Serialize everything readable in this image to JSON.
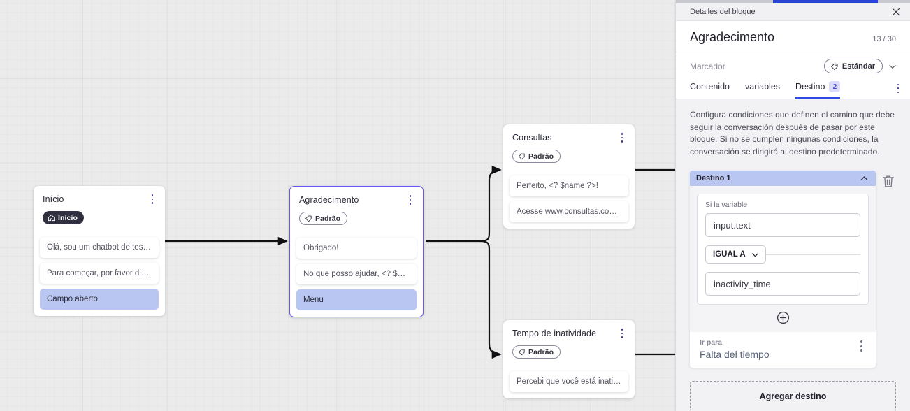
{
  "canvas": {
    "nodes": [
      {
        "id": "inicio",
        "title": "Início",
        "tag": "Início",
        "tag_icon": "home-icon",
        "tag_style": "dark",
        "selected": false,
        "messages": [
          {
            "text": "Olá, sou um chatbot de teste!",
            "highlighted": false
          },
          {
            "text": "Para começar, por favor digite o ...",
            "highlighted": false
          },
          {
            "text": "Campo aberto",
            "highlighted": true
          }
        ]
      },
      {
        "id": "agradecimento",
        "title": "Agradecimento",
        "tag": "Padrão",
        "tag_icon": "tag-icon",
        "tag_style": "outline",
        "selected": true,
        "messages": [
          {
            "text": "Obrigado!",
            "highlighted": false
          },
          {
            "text": "No que posso ajudar, <? $name ...",
            "highlighted": false
          },
          {
            "text": "Menu",
            "highlighted": true
          }
        ]
      },
      {
        "id": "consultas",
        "title": "Consultas",
        "tag": "Padrão",
        "tag_icon": "tag-icon",
        "tag_style": "outline",
        "selected": false,
        "messages": [
          {
            "text": "Perfeito, <? $name ?>!",
            "highlighted": false
          },
          {
            "text": "Acesse www.consultas.com par...",
            "highlighted": false
          }
        ]
      },
      {
        "id": "inatividade",
        "title": "Tempo de inatividade",
        "tag": "Padrão",
        "tag_icon": "tag-icon",
        "tag_style": "outline",
        "selected": false,
        "messages": [
          {
            "text": "Percebi que você está inativo. C...",
            "highlighted": false
          }
        ]
      }
    ]
  },
  "panel": {
    "header_label": "Detalles del bloque",
    "close_icon": "close-icon",
    "title": "Agradecimento",
    "char_count": "13 / 30",
    "marcador_label": "Marcador",
    "marcador_value": "Estándar",
    "marcador_icon": "tag-icon",
    "marcador_chevron": "chevron-down-icon",
    "tabs": [
      {
        "label": "Contenido",
        "badge": "",
        "active": false
      },
      {
        "label": "variables",
        "badge": "",
        "active": false
      },
      {
        "label": "Destino",
        "badge": "2",
        "active": true
      }
    ],
    "description": "Configura condiciones que definen el camino que debe seguir la conversación después de pasar por este bloque. Si no se cumplen ningunas condiciones, la conversación se dirigirá al destino predeterminado.",
    "destination": {
      "header": "Destino 1",
      "collapse_icon": "chevron-up-icon",
      "delete_icon": "trash-icon",
      "condition_label": "Si la variable",
      "variable_value": "input.text",
      "operator": "IGUAL A",
      "operator_chevron": "chevron-down-icon",
      "compare_value": "inactivity_time",
      "add_condition_icon": "plus-circle-icon",
      "goto_label": "Ir para",
      "goto_value": "Falta del tiempo",
      "goto_menu_icon": "kebab-icon"
    },
    "add_destination_label": "Agregar destino"
  },
  "colors": {
    "accent": "#2f4ae0",
    "selected_node_border": "#6558f5",
    "highlight_row": "#b9c6f2",
    "canvas_bg": "#ebebeb"
  }
}
